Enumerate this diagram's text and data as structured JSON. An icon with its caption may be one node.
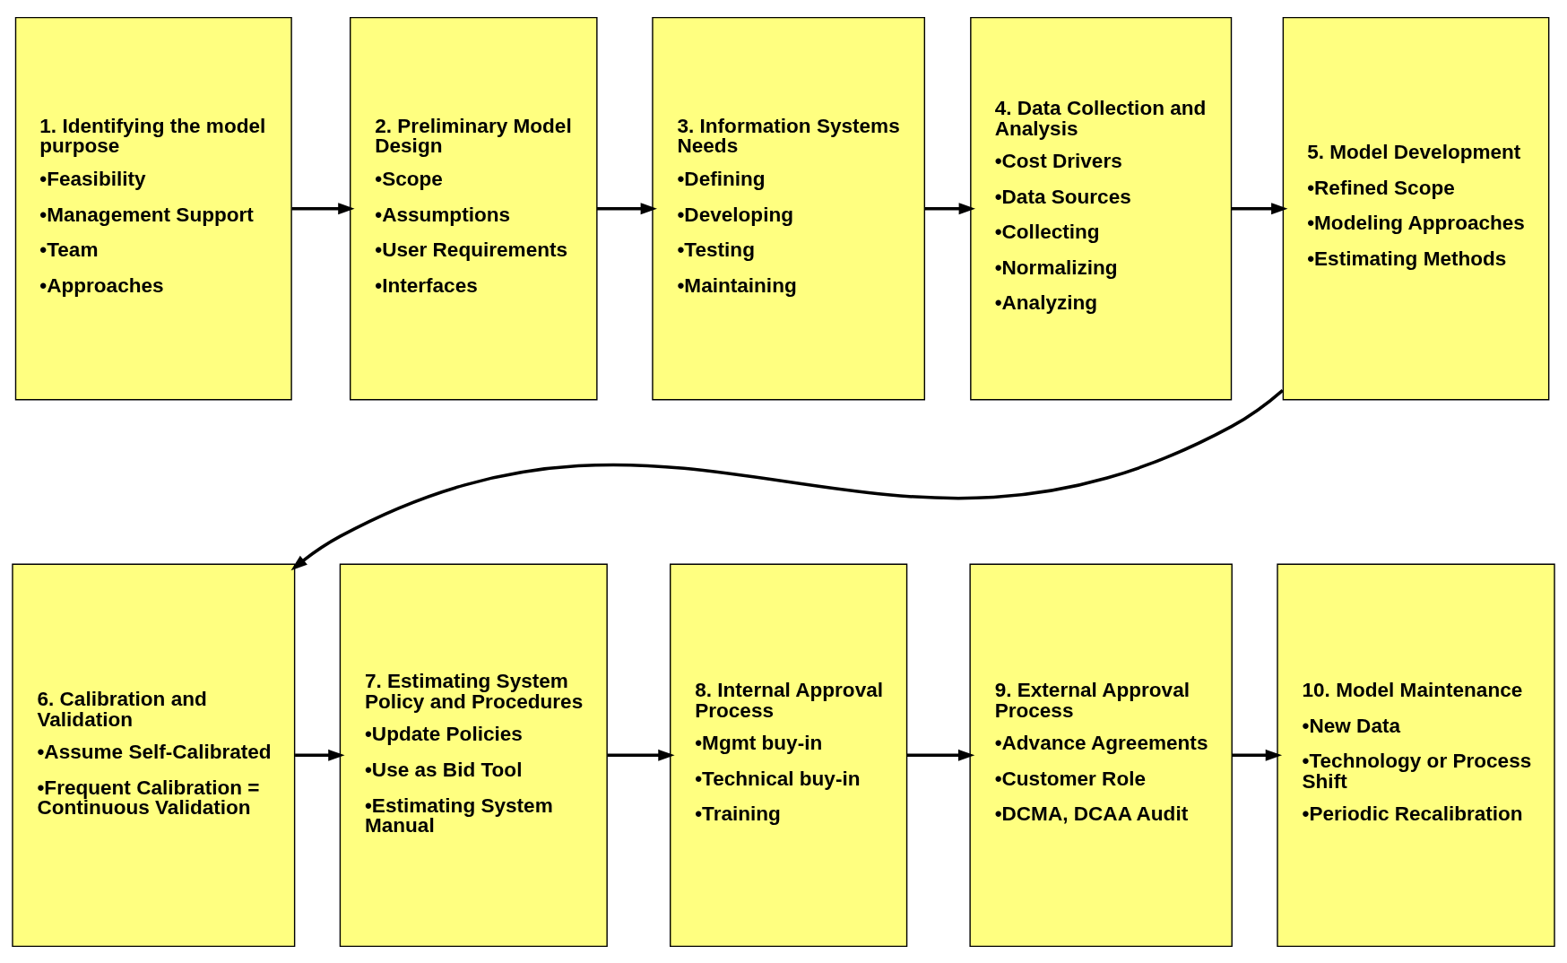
{
  "diagram": {
    "nodes": [
      {
        "text": [
          "1. Identifying the model purpose",
          "•Feasibility",
          "•Management Support",
          "•Team",
          "•Approaches"
        ]
      },
      {
        "text": [
          "2. Preliminary Model Design",
          "•Scope",
          "•Assumptions",
          "•User Requirements",
          "•Interfaces"
        ]
      },
      {
        "text": [
          "3. Information Systems Needs",
          "•Defining",
          "•Developing",
          "•Testing",
          "•Maintaining"
        ]
      },
      {
        "text": [
          "4. Data Collection and Analysis",
          "•Cost Drivers",
          "•Data Sources",
          "•Collecting",
          "•Normalizing",
          "•Analyzing"
        ]
      },
      {
        "text": [
          "5. Model Development",
          "•Refined Scope",
          "•Modeling Approaches",
          "•Estimating Methods"
        ]
      },
      {
        "text": [
          "6. Calibration and Validation",
          "•Assume Self-Calibrated",
          "•Frequent Calibration = Continuous Validation"
        ]
      },
      {
        "text": [
          "7. Estimating System Policy and Procedures",
          "•Update Policies",
          "•Use as Bid Tool",
          "•Estimating System Manual"
        ]
      },
      {
        "text": [
          "8. Internal Approval Process",
          "•Mgmt buy-in",
          "•Technical buy-in",
          "•Training"
        ]
      },
      {
        "text": [
          "9. External Approval Process",
          "•Advance Agreements",
          "•Customer Role",
          "•DCMA, DCAA Audit"
        ]
      },
      {
        "text": [
          "10. Model Maintenance",
          "•New Data",
          "•Technology or Process Shift",
          "•Periodic Recalibration"
        ]
      }
    ],
    "edges": [
      {
        "from": 0,
        "to": 1,
        "arrow": "to"
      },
      {
        "from": 1,
        "to": 2,
        "arrow": "to"
      },
      {
        "from": 2,
        "to": 3,
        "arrow": "to"
      },
      {
        "from": 3,
        "to": 4,
        "arrow": "to"
      },
      {
        "from": 4,
        "to": 5,
        "arrow": "to"
      },
      {
        "from": 5,
        "to": 6,
        "arrow": "to"
      },
      {
        "from": 6,
        "to": 7,
        "arrow": "to"
      },
      {
        "from": 7,
        "to": 8,
        "arrow": "to"
      },
      {
        "from": 8,
        "to": 9,
        "arrow": "to"
      }
    ]
  }
}
